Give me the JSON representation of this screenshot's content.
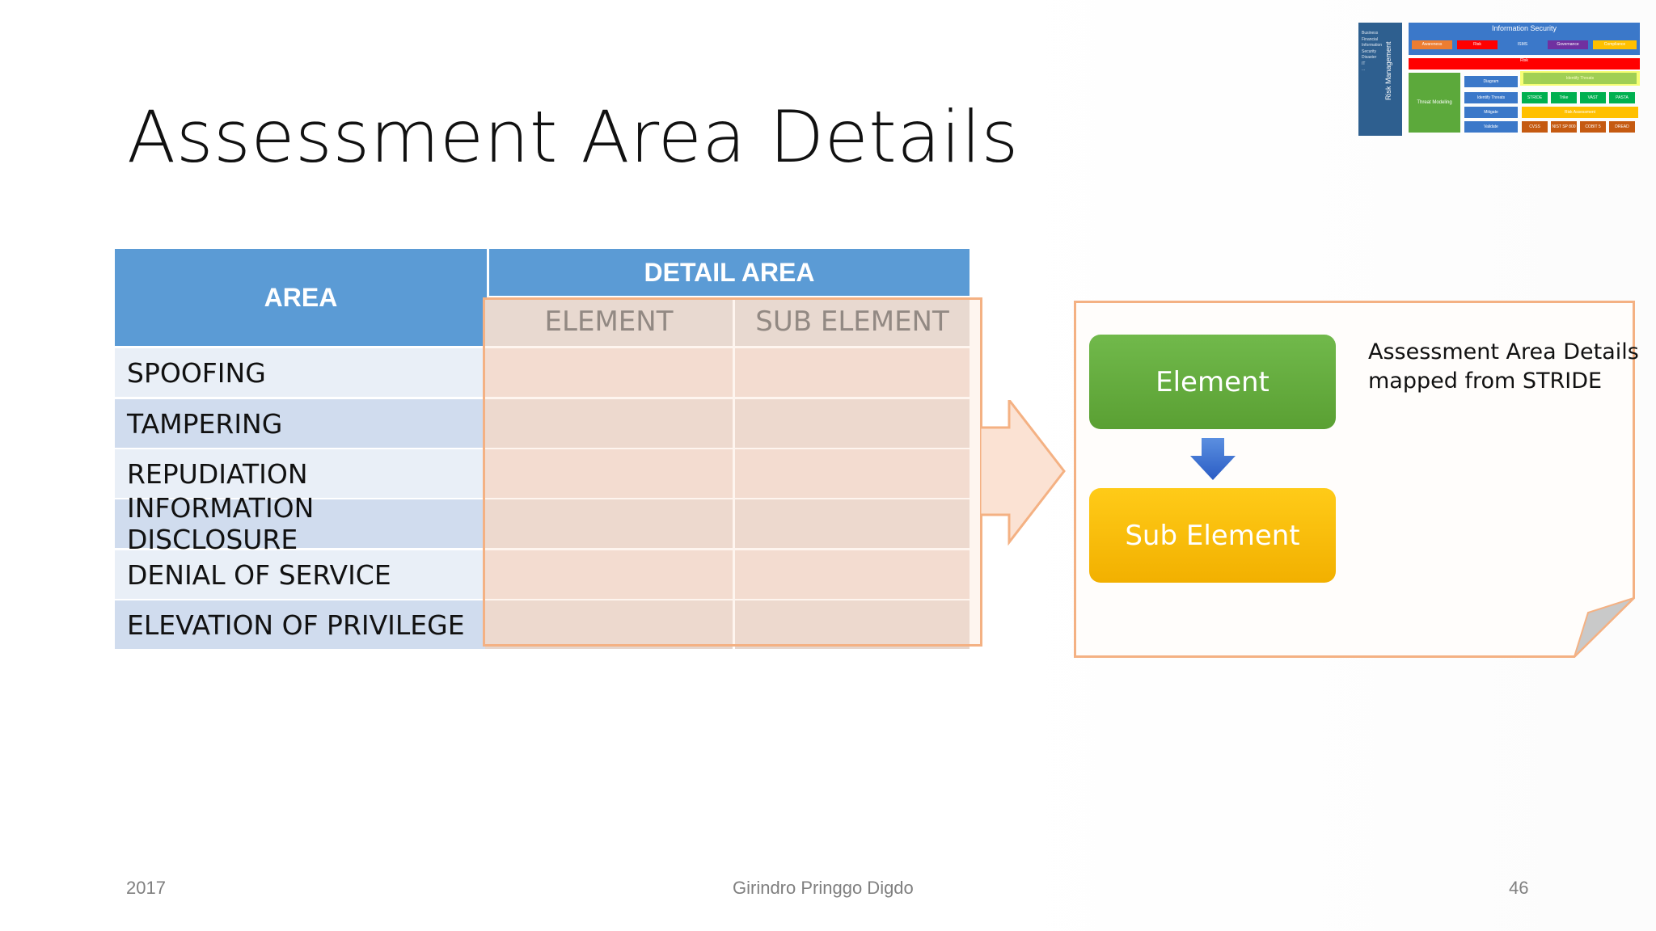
{
  "slide": {
    "title": "Assessment Area Details",
    "footer": {
      "year": "2017",
      "author": "Girindro Pringgo Digdo",
      "page": "46"
    }
  },
  "table": {
    "header_area": "AREA",
    "header_detail": "DETAIL AREA",
    "sub_headers": [
      "ELEMENT",
      "SUB ELEMENT"
    ],
    "rows": [
      "SPOOFING",
      "TAMPERING",
      "REPUDIATION",
      "INFORMATION DISCLOSURE",
      "DENIAL OF SERVICE",
      "ELEVATION OF PRIVILEGE"
    ]
  },
  "note": {
    "element_label": "Element",
    "sub_element_label": "Sub Element",
    "text_line1": "Assessment Area Details",
    "text_line2": "mapped from STRIDE"
  },
  "mini_map": {
    "title": "Information Security",
    "side_label": "Risk Management",
    "side_items": [
      "Business",
      "Financial",
      "Information",
      "Security",
      "Disaster",
      "IT",
      "..."
    ],
    "chips": [
      "Awareness",
      "Risk",
      "ISMS",
      "Governance",
      "Compliance"
    ],
    "red_bar": "Risk",
    "green_label": "Threat Modeling",
    "steps": [
      "Diagram",
      "Identify Threats",
      "Mitigate",
      "Validate"
    ],
    "highlight": "Identify Threats",
    "methods": [
      "STRIDE",
      "Trike",
      "VAST",
      "PASTA"
    ],
    "risk_assessment": "Risk Assessment",
    "risk_methods": [
      "CVSS",
      "NIST SP 800",
      "COBIT 5",
      "DREAD"
    ]
  },
  "colors": {
    "header_blue": "#5b9bd5",
    "orange": "#f4b183",
    "green": "#70ad47",
    "yellow": "#ffc000"
  }
}
